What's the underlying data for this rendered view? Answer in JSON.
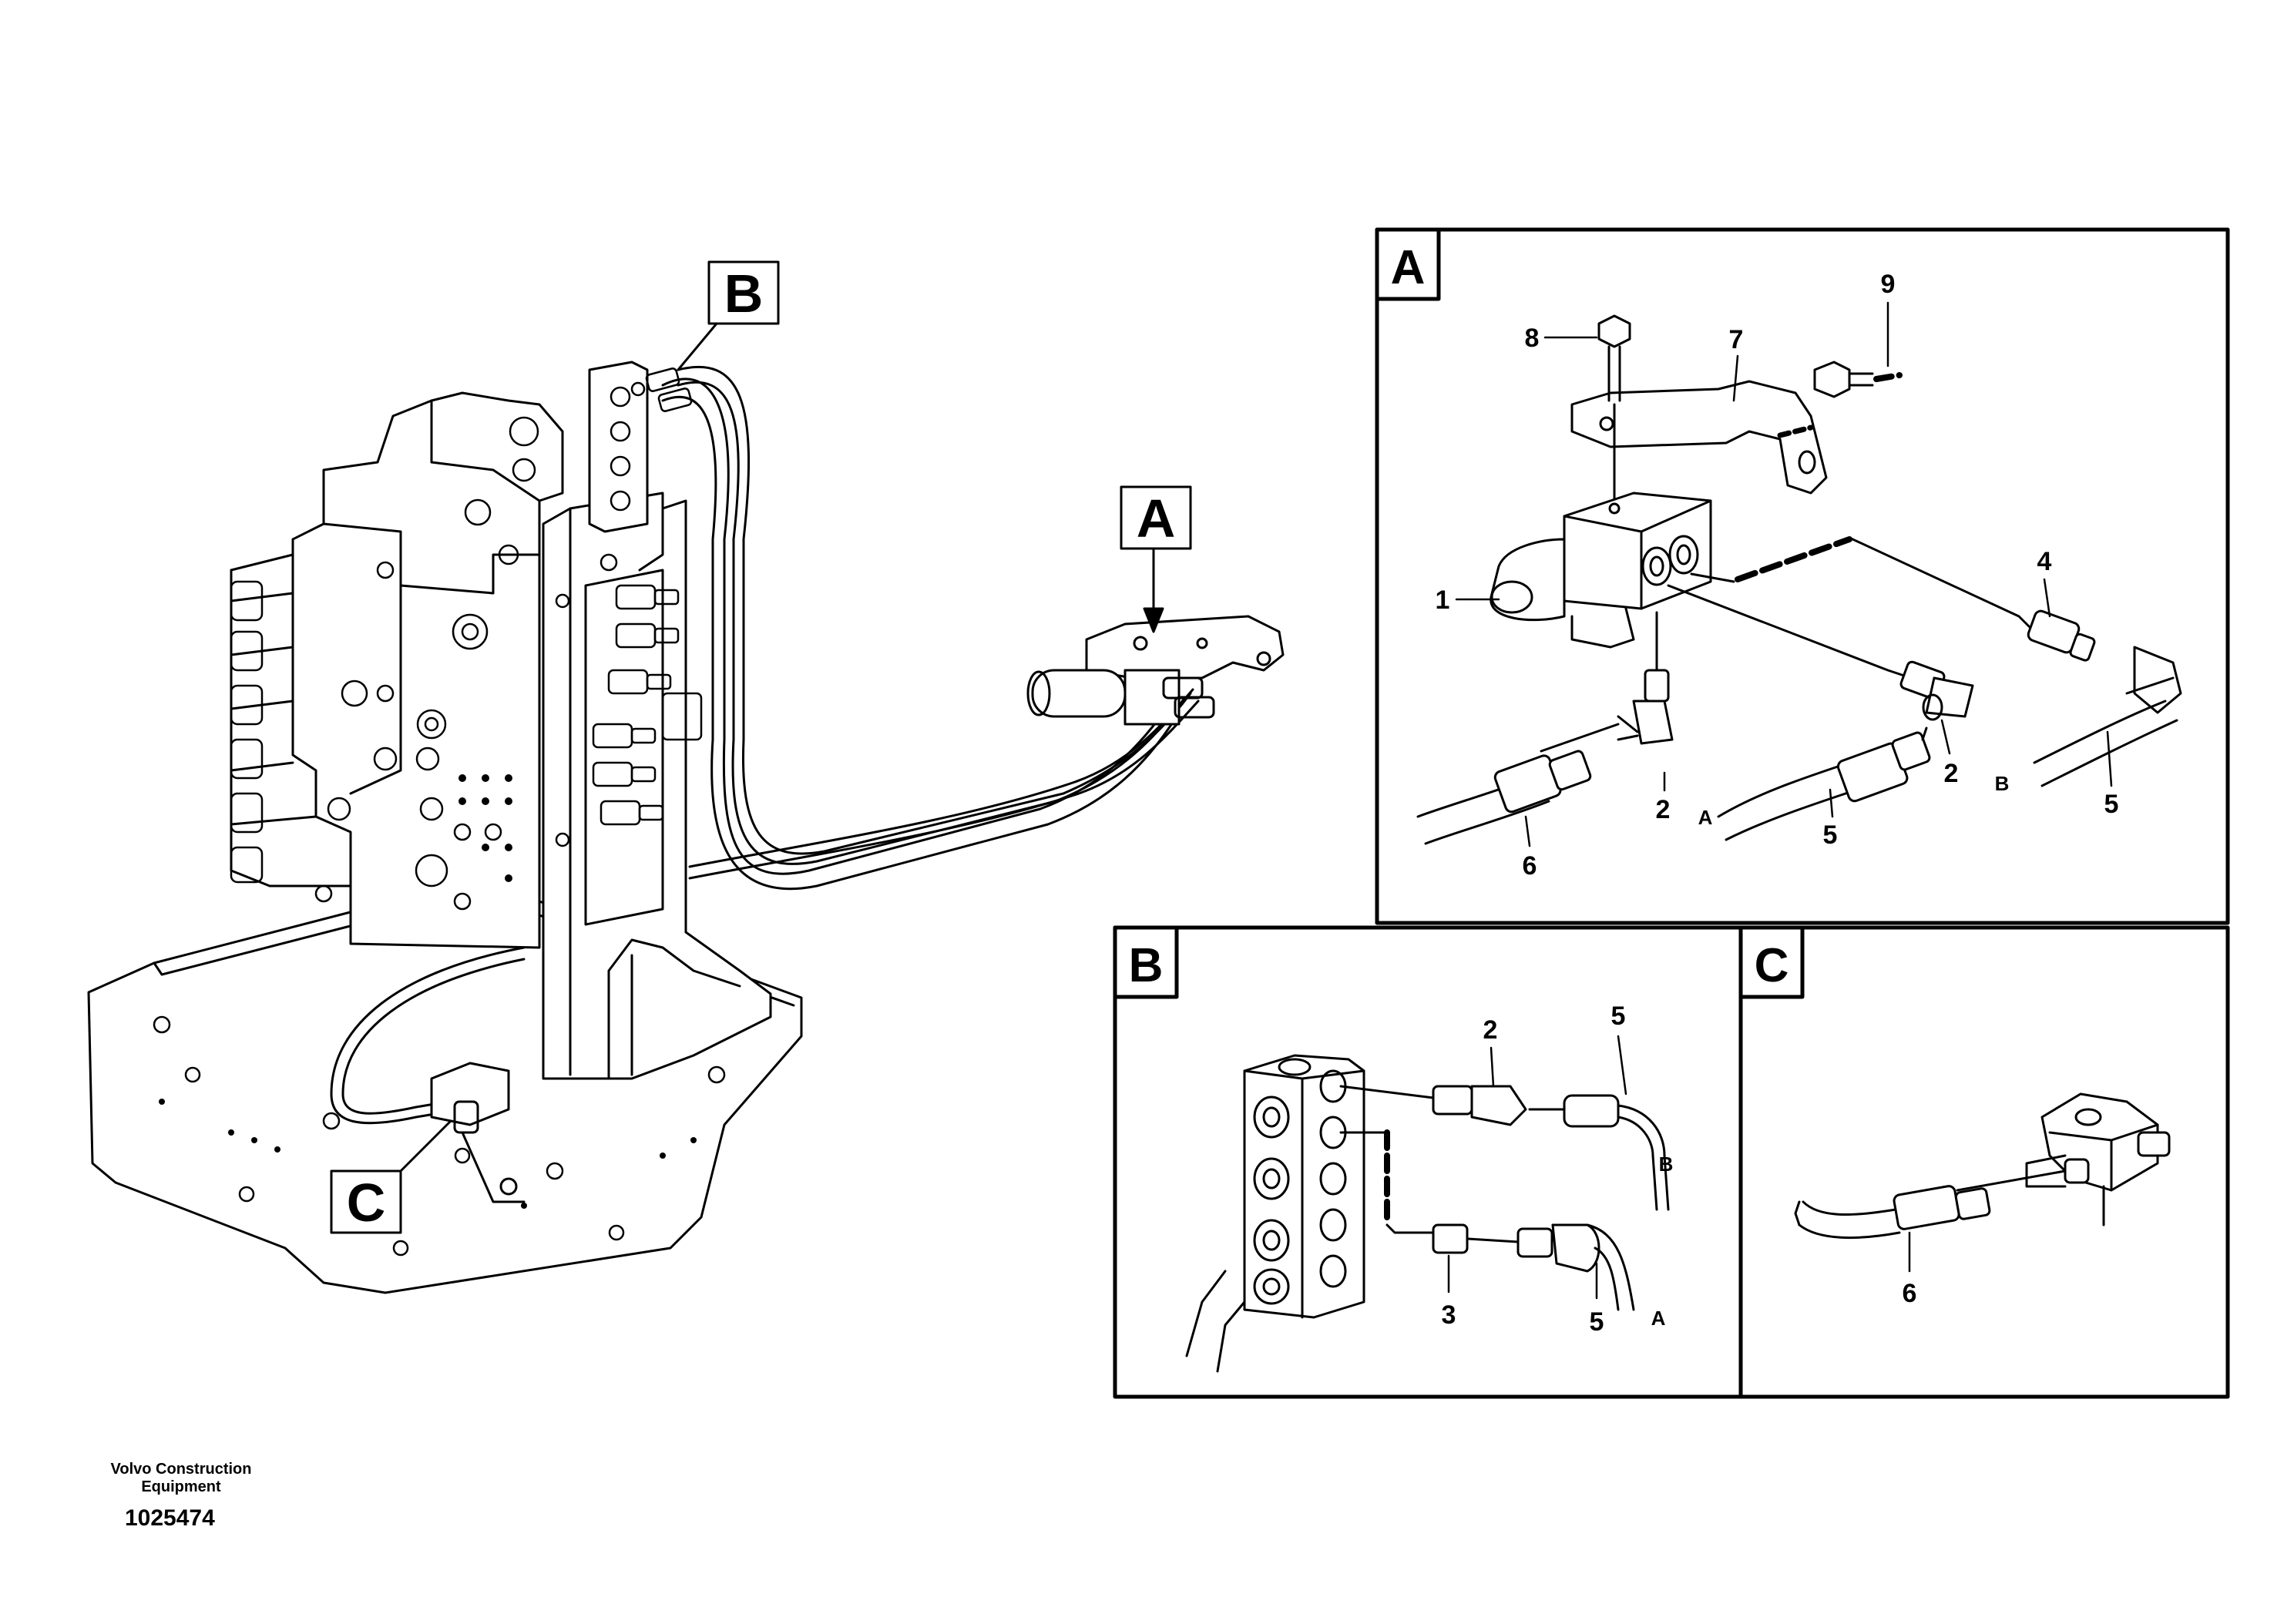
{
  "diagram": {
    "callouts": {
      "a": "A",
      "b": "B",
      "c": "C"
    },
    "panels": {
      "a": {
        "title": "A",
        "items": [
          "1",
          "2",
          "2",
          "4",
          "5",
          "5",
          "6",
          "7",
          "8",
          "9"
        ],
        "ends": [
          "A",
          "B"
        ]
      },
      "b": {
        "title": "B",
        "items": [
          "2",
          "3",
          "5",
          "5"
        ],
        "ends": [
          "B",
          "A"
        ]
      },
      "c": {
        "title": "C",
        "items": [
          "6"
        ]
      }
    }
  },
  "footer": {
    "company_line1": "Volvo Construction",
    "company_line2": "Equipment",
    "drawing_number": "1025474"
  },
  "colors": {
    "line": "#000000",
    "background": "#ffffff"
  }
}
